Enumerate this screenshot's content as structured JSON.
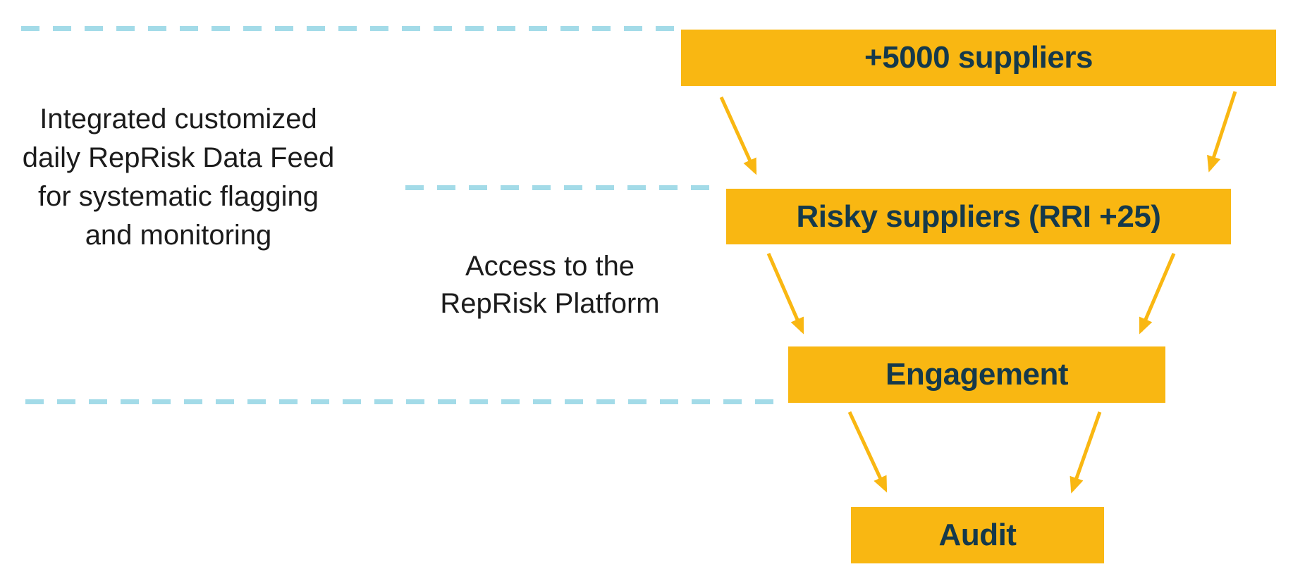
{
  "canvas": {
    "background": "#FFFFFF"
  },
  "colors": {
    "bar": "#F9B712",
    "barText": "#15394B",
    "dash": "#A3DBE8",
    "annotation": "#1C1C1C",
    "arrow": "#F9B712"
  },
  "annotations": {
    "left": {
      "line1": "Integrated customized",
      "line2": "daily RepRisk Data Feed",
      "line3": "for systematic flagging",
      "line4": "and monitoring"
    },
    "middle": {
      "line1": "Access to the",
      "line2": "RepRisk Platform"
    }
  },
  "funnel": {
    "stages": [
      {
        "label": "+5000 suppliers"
      },
      {
        "label": "Risky suppliers (RRI +25)"
      },
      {
        "label": "Engagement"
      },
      {
        "label": "Audit"
      }
    ]
  }
}
